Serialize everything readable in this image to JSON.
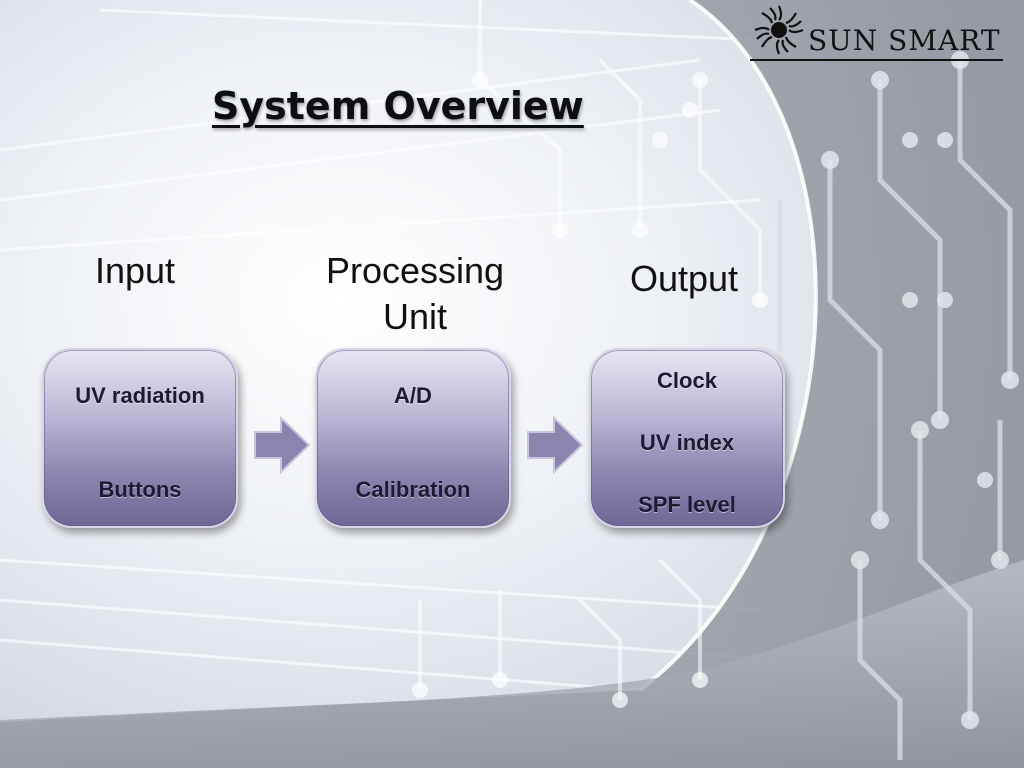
{
  "slide": {
    "title": "System Overview",
    "logo_text": "SUN SMART"
  },
  "columns": [
    {
      "label_lines": [
        "Input"
      ],
      "items": [
        "UV radiation",
        "Buttons"
      ]
    },
    {
      "label_lines": [
        "Processing",
        "Unit"
      ],
      "items": [
        "A/D",
        "Calibration"
      ]
    },
    {
      "label_lines": [
        "Output"
      ],
      "items": [
        "Clock",
        "UV index",
        "SPF level"
      ]
    }
  ],
  "colors": {
    "box_top": "#e9e6f3",
    "box_bottom": "#6f6896",
    "arrow": "#8a84ae",
    "text_dark": "#1e1a33"
  },
  "icons": {
    "logo": "sun-burst-icon",
    "connector": "right-arrow-icon"
  }
}
